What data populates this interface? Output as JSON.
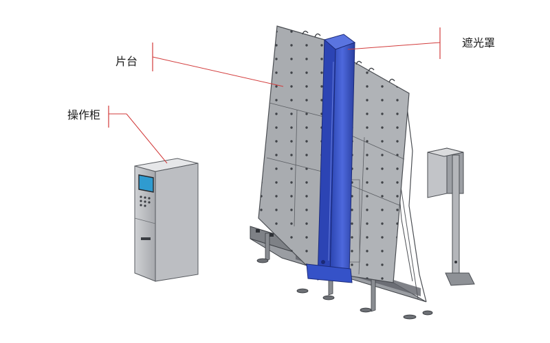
{
  "labels": {
    "platform": "片台",
    "cabinet": "操作柜",
    "light_shield": "遮光罩"
  },
  "colors": {
    "leader_line": "#d23a3a",
    "tick_mark": "#d23a3a",
    "panel_fill": "#a9acb0",
    "panel_edge": "#4a4d52",
    "shield_fill": "#3552c8",
    "shield_edge": "#1b2a78",
    "cabinet_fill": "#b9bbbf",
    "screen_fill": "#2f9bd0"
  },
  "icons": {
    "cabinet": "operation-cabinet",
    "sensor_post": "sensor-post"
  }
}
